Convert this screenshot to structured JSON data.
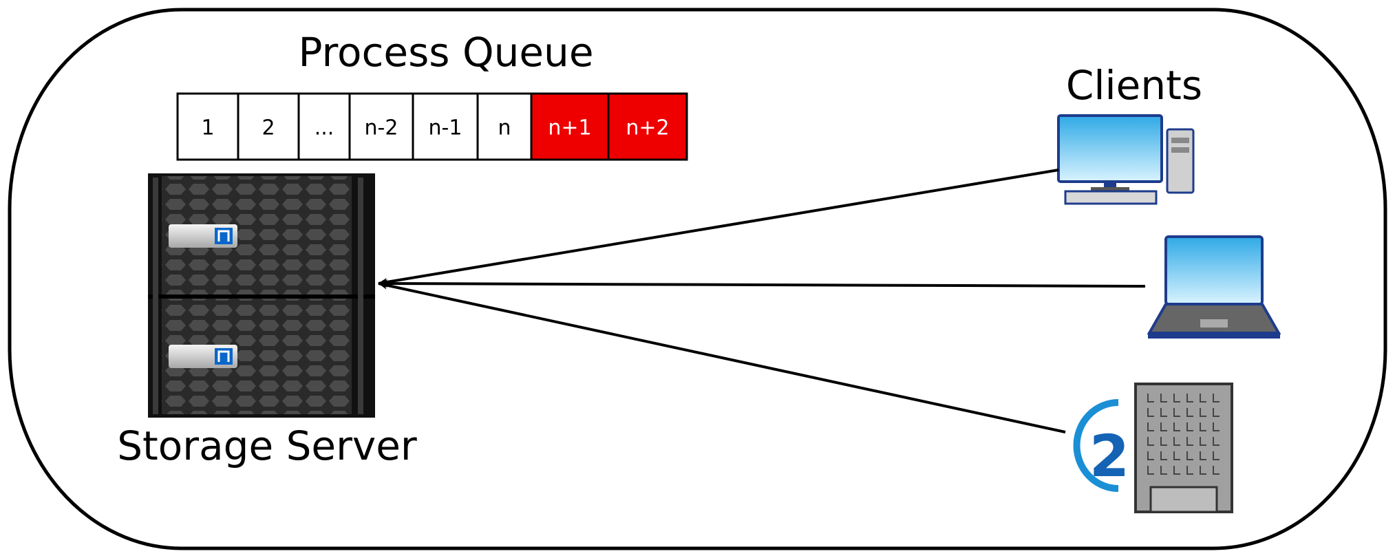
{
  "title": "Process Queue",
  "queue": [
    {
      "label": "1",
      "highlight": false
    },
    {
      "label": "2",
      "highlight": false
    },
    {
      "label": "...",
      "highlight": false
    },
    {
      "label": "n-2",
      "highlight": false
    },
    {
      "label": "n-1",
      "highlight": false
    },
    {
      "label": "n",
      "highlight": false
    },
    {
      "label": "n+1",
      "highlight": true
    },
    {
      "label": "n+2",
      "highlight": true
    }
  ],
  "server_label": "Storage Server",
  "clients_label": "Clients",
  "badge_number": "2",
  "colors": {
    "highlight": "#ee0000",
    "badge": "#1a8fd6",
    "screen": "#5ec8f2",
    "device_outline": "#1e3c8c",
    "building": "#9a9a9a"
  }
}
